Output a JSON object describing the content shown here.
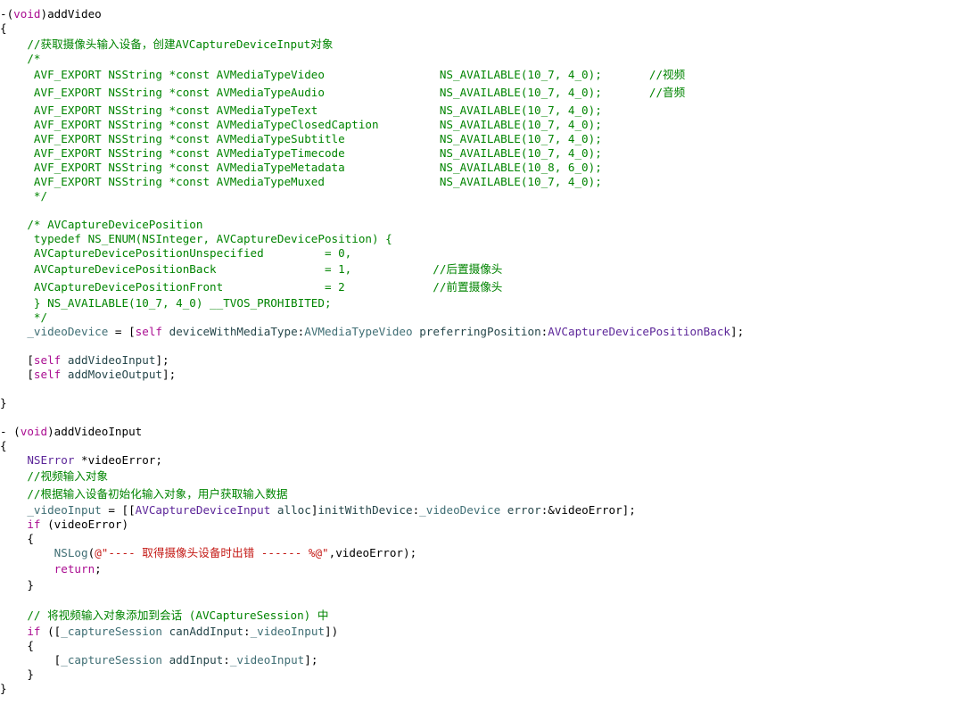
{
  "colors": {
    "kw": "#aa0d91",
    "cm": "#008400",
    "tp": "#3f6e74",
    "tp2": "#5c2699",
    "st": "#c41a16",
    "mt": "#26474b",
    "pl": "#000000",
    "background": "#ffffff"
  },
  "lines": [
    [
      [
        "pl",
        "-("
      ],
      [
        "kw",
        "void"
      ],
      [
        "pl",
        ")addVideo"
      ]
    ],
    [
      [
        "pl",
        "{"
      ]
    ],
    [
      [
        "cm",
        "    //获取摄像头输入设备，创建AVCaptureDeviceInput对象"
      ]
    ],
    [
      [
        "cm",
        "    /*"
      ]
    ],
    [
      [
        "cm",
        "     AVF_EXPORT NSString *const AVMediaTypeVideo                 NS_AVAILABLE(10_7, 4_0);       //视频"
      ]
    ],
    [
      [
        "cm",
        "     AVF_EXPORT NSString *const AVMediaTypeAudio                 NS_AVAILABLE(10_7, 4_0);       //音频"
      ]
    ],
    [
      [
        "cm",
        "     AVF_EXPORT NSString *const AVMediaTypeText                  NS_AVAILABLE(10_7, 4_0);"
      ]
    ],
    [
      [
        "cm",
        "     AVF_EXPORT NSString *const AVMediaTypeClosedCaption         NS_AVAILABLE(10_7, 4_0);"
      ]
    ],
    [
      [
        "cm",
        "     AVF_EXPORT NSString *const AVMediaTypeSubtitle              NS_AVAILABLE(10_7, 4_0);"
      ]
    ],
    [
      [
        "cm",
        "     AVF_EXPORT NSString *const AVMediaTypeTimecode              NS_AVAILABLE(10_7, 4_0);"
      ]
    ],
    [
      [
        "cm",
        "     AVF_EXPORT NSString *const AVMediaTypeMetadata              NS_AVAILABLE(10_8, 6_0);"
      ]
    ],
    [
      [
        "cm",
        "     AVF_EXPORT NSString *const AVMediaTypeMuxed                 NS_AVAILABLE(10_7, 4_0);"
      ]
    ],
    [
      [
        "cm",
        "     */"
      ]
    ],
    [
      [
        "pl",
        ""
      ]
    ],
    [
      [
        "cm",
        "    /* AVCaptureDevicePosition"
      ]
    ],
    [
      [
        "cm",
        "     typedef NS_ENUM(NSInteger, AVCaptureDevicePosition) {"
      ]
    ],
    [
      [
        "cm",
        "     AVCaptureDevicePositionUnspecified         = 0,"
      ]
    ],
    [
      [
        "cm",
        "     AVCaptureDevicePositionBack                = 1,            //后置摄像头"
      ]
    ],
    [
      [
        "cm",
        "     AVCaptureDevicePositionFront               = 2             //前置摄像头"
      ]
    ],
    [
      [
        "cm",
        "     } NS_AVAILABLE(10_7, 4_0) __TVOS_PROHIBITED;"
      ]
    ],
    [
      [
        "cm",
        "     */"
      ]
    ],
    [
      [
        "tp",
        "    _videoDevice"
      ],
      [
        "pl",
        " = ["
      ],
      [
        "kw",
        "self"
      ],
      [
        "pl",
        " "
      ],
      [
        "mt",
        "deviceWithMediaType"
      ],
      [
        "pl",
        ":"
      ],
      [
        "tp",
        "AVMediaTypeVideo"
      ],
      [
        "pl",
        " "
      ],
      [
        "mt",
        "preferringPosition"
      ],
      [
        "pl",
        ":"
      ],
      [
        "tp2",
        "AVCaptureDevicePositionBack"
      ],
      [
        "pl",
        "];"
      ]
    ],
    [
      [
        "pl",
        ""
      ]
    ],
    [
      [
        "pl",
        "    ["
      ],
      [
        "kw",
        "self"
      ],
      [
        "pl",
        " "
      ],
      [
        "mt",
        "addVideoInput"
      ],
      [
        "pl",
        "];"
      ]
    ],
    [
      [
        "pl",
        "    ["
      ],
      [
        "kw",
        "self"
      ],
      [
        "pl",
        " "
      ],
      [
        "mt",
        "addMovieOutput"
      ],
      [
        "pl",
        "];"
      ]
    ],
    [
      [
        "pl",
        ""
      ]
    ],
    [
      [
        "pl",
        "}"
      ]
    ],
    [
      [
        "pl",
        ""
      ]
    ],
    [
      [
        "pl",
        "- ("
      ],
      [
        "kw",
        "void"
      ],
      [
        "pl",
        ")addVideoInput"
      ]
    ],
    [
      [
        "pl",
        "{"
      ]
    ],
    [
      [
        "tp2",
        "    NSError"
      ],
      [
        "pl",
        " *videoError;"
      ]
    ],
    [
      [
        "cm",
        "    //视频输入对象"
      ]
    ],
    [
      [
        "cm",
        "    //根据输入设备初始化输入对象，用户获取输入数据"
      ]
    ],
    [
      [
        "tp",
        "    _videoInput"
      ],
      [
        "pl",
        " = [["
      ],
      [
        "tp2",
        "AVCaptureDeviceInput"
      ],
      [
        "pl",
        " "
      ],
      [
        "mt",
        "alloc"
      ],
      [
        "pl",
        "]"
      ],
      [
        "mt",
        "initWithDevice"
      ],
      [
        "pl",
        ":"
      ],
      [
        "tp",
        "_videoDevice"
      ],
      [
        "pl",
        " "
      ],
      [
        "mt",
        "error"
      ],
      [
        "pl",
        ":&videoError];"
      ]
    ],
    [
      [
        "kw",
        "    if"
      ],
      [
        "pl",
        " (videoError)"
      ]
    ],
    [
      [
        "pl",
        "    {"
      ]
    ],
    [
      [
        "pl",
        "        "
      ],
      [
        "tp",
        "NSLog"
      ],
      [
        "pl",
        "("
      ],
      [
        "st",
        "@\"---- 取得摄像头设备时出错 ------ %@\""
      ],
      [
        "pl",
        ",videoError);"
      ]
    ],
    [
      [
        "kw",
        "        return"
      ],
      [
        "pl",
        ";"
      ]
    ],
    [
      [
        "pl",
        "    }"
      ]
    ],
    [
      [
        "pl",
        ""
      ]
    ],
    [
      [
        "cm",
        "    // 将视频输入对象添加到会话 (AVCaptureSession) 中"
      ]
    ],
    [
      [
        "kw",
        "    if"
      ],
      [
        "pl",
        " (["
      ],
      [
        "tp",
        "_captureSession"
      ],
      [
        "pl",
        " "
      ],
      [
        "mt",
        "canAddInput"
      ],
      [
        "pl",
        ":"
      ],
      [
        "tp",
        "_videoInput"
      ],
      [
        "pl",
        "])"
      ]
    ],
    [
      [
        "pl",
        "    {"
      ]
    ],
    [
      [
        "pl",
        "        ["
      ],
      [
        "tp",
        "_captureSession"
      ],
      [
        "pl",
        " "
      ],
      [
        "mt",
        "addInput"
      ],
      [
        "pl",
        ":"
      ],
      [
        "tp",
        "_videoInput"
      ],
      [
        "pl",
        "];"
      ]
    ],
    [
      [
        "pl",
        "    }"
      ]
    ],
    [
      [
        "pl",
        "}"
      ]
    ]
  ]
}
